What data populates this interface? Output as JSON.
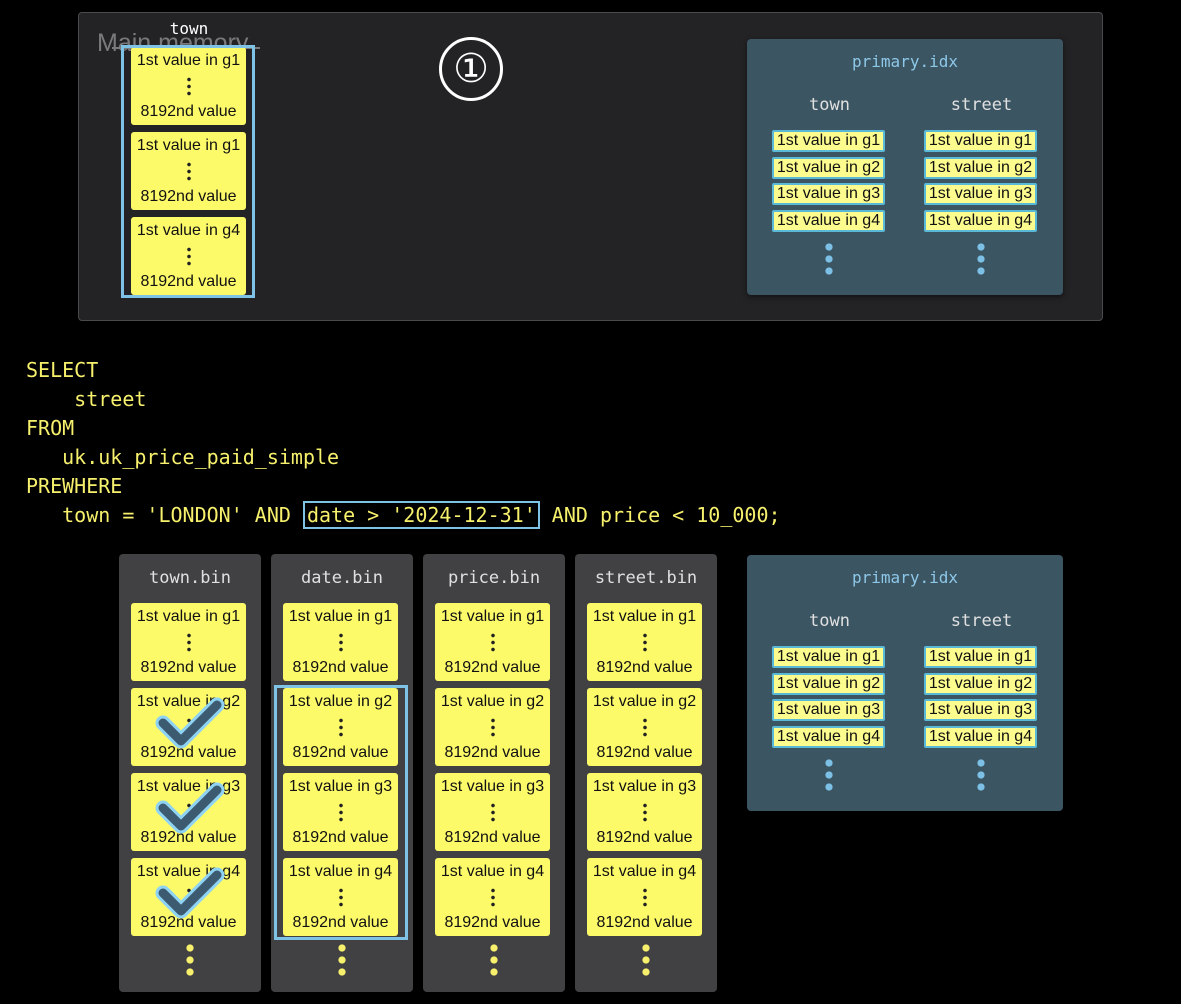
{
  "main_memory": {
    "label": "Main memory",
    "step_number": "①",
    "column_header": "town",
    "granules": [
      {
        "first": "1st value in g1",
        "last": "8192nd value"
      },
      {
        "first": "1st value in g1",
        "last": "8192nd value"
      },
      {
        "first": "1st value in g4",
        "last": "8192nd value"
      }
    ]
  },
  "primary_index": {
    "title": "primary.idx",
    "columns": [
      {
        "header": "town",
        "entries": [
          "1st value in g1",
          "1st value in g2",
          "1st value in g3",
          "1st value in g4"
        ]
      },
      {
        "header": "street",
        "entries": [
          "1st value in g1",
          "1st value in g2",
          "1st value in g3",
          "1st value in g4"
        ]
      }
    ]
  },
  "query": {
    "line1": "SELECT",
    "line2": "    street",
    "line3": "FROM",
    "line4": "   uk.uk_price_paid_simple",
    "line5": "PREWHERE",
    "line6_before": "   town = 'LONDON' AND ",
    "line6_highlight": "date > '2024-12-31'",
    "line6_after": " AND price < 10_000;"
  },
  "bin_files": [
    {
      "name": "town.bin",
      "granules": [
        {
          "first": "1st value in g1",
          "last": "8192nd value",
          "checked": false
        },
        {
          "first": "1st value in g2",
          "last": "8192nd value",
          "checked": true
        },
        {
          "first": "1st value in g3",
          "last": "8192nd value",
          "checked": true
        },
        {
          "first": "1st value in g4",
          "last": "8192nd value",
          "checked": true
        }
      ]
    },
    {
      "name": "date.bin",
      "granules": [
        {
          "first": "1st value in g1",
          "last": "8192nd value"
        },
        {
          "first": "1st value in g2",
          "last": "8192nd value"
        },
        {
          "first": "1st value in g3",
          "last": "8192nd value"
        },
        {
          "first": "1st value in g4",
          "last": "8192nd value"
        }
      ]
    },
    {
      "name": "price.bin",
      "granules": [
        {
          "first": "1st value in g1",
          "last": "8192nd value"
        },
        {
          "first": "1st value in g2",
          "last": "8192nd value"
        },
        {
          "first": "1st value in g3",
          "last": "8192nd value"
        },
        {
          "first": "1st value in g4",
          "last": "8192nd value"
        }
      ]
    },
    {
      "name": "street.bin",
      "granules": [
        {
          "first": "1st value in g1",
          "last": "8192nd value"
        },
        {
          "first": "1st value in g2",
          "last": "8192nd value"
        },
        {
          "first": "1st value in g3",
          "last": "8192nd value"
        },
        {
          "first": "1st value in g4",
          "last": "8192nd value"
        }
      ]
    }
  ],
  "colors": {
    "granule_fill": "#fdfa6a",
    "selection_outline": "#7ec3e6",
    "index_panel": "#3b5563",
    "sql_text": "#f6f06c",
    "checkmark": "#3d5b70"
  }
}
